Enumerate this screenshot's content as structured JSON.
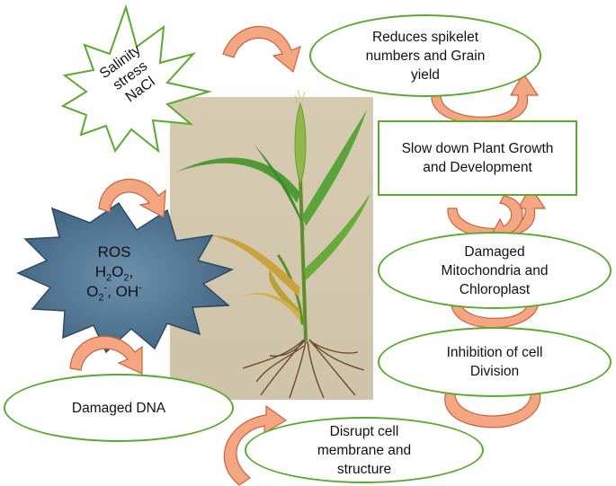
{
  "diagram": {
    "stress_burst": {
      "lines": [
        "Salinity",
        "stress",
        "NaCl"
      ]
    },
    "ros_burst": {
      "line1": "ROS",
      "line2_main": "H",
      "line2_sub1": "2",
      "line2_mid": "O",
      "line2_sub2": "2",
      "line2_end": ",",
      "line3_a": "O",
      "line3_sub": "2",
      "line3_sup": "-",
      "line3_b": ", OH",
      "line3_sup2": "-"
    },
    "nodes": {
      "spikelet": [
        "Reduces spikelet",
        "numbers and Grain",
        "yield"
      ],
      "growth": [
        "Slow down Plant Growth",
        "and Development"
      ],
      "mitochondria": [
        "Damaged",
        "Mitochondria and",
        "Chloroplast"
      ],
      "cell_division": [
        "Inhibition of cell",
        "Division"
      ],
      "membrane": [
        "Disrupt cell",
        "membrane and",
        "structure"
      ],
      "dna": [
        "Damaged DNA"
      ]
    },
    "colors": {
      "node_border": "#5aaa2e",
      "arrow_fill": "#f4a582",
      "arrow_stroke": "#c8643c",
      "ros_fill": "#4a6e8c",
      "stress_fill": "#ffffff",
      "stress_stroke": "#5aaa2e",
      "photo_bg": "#d8cdb4"
    }
  }
}
